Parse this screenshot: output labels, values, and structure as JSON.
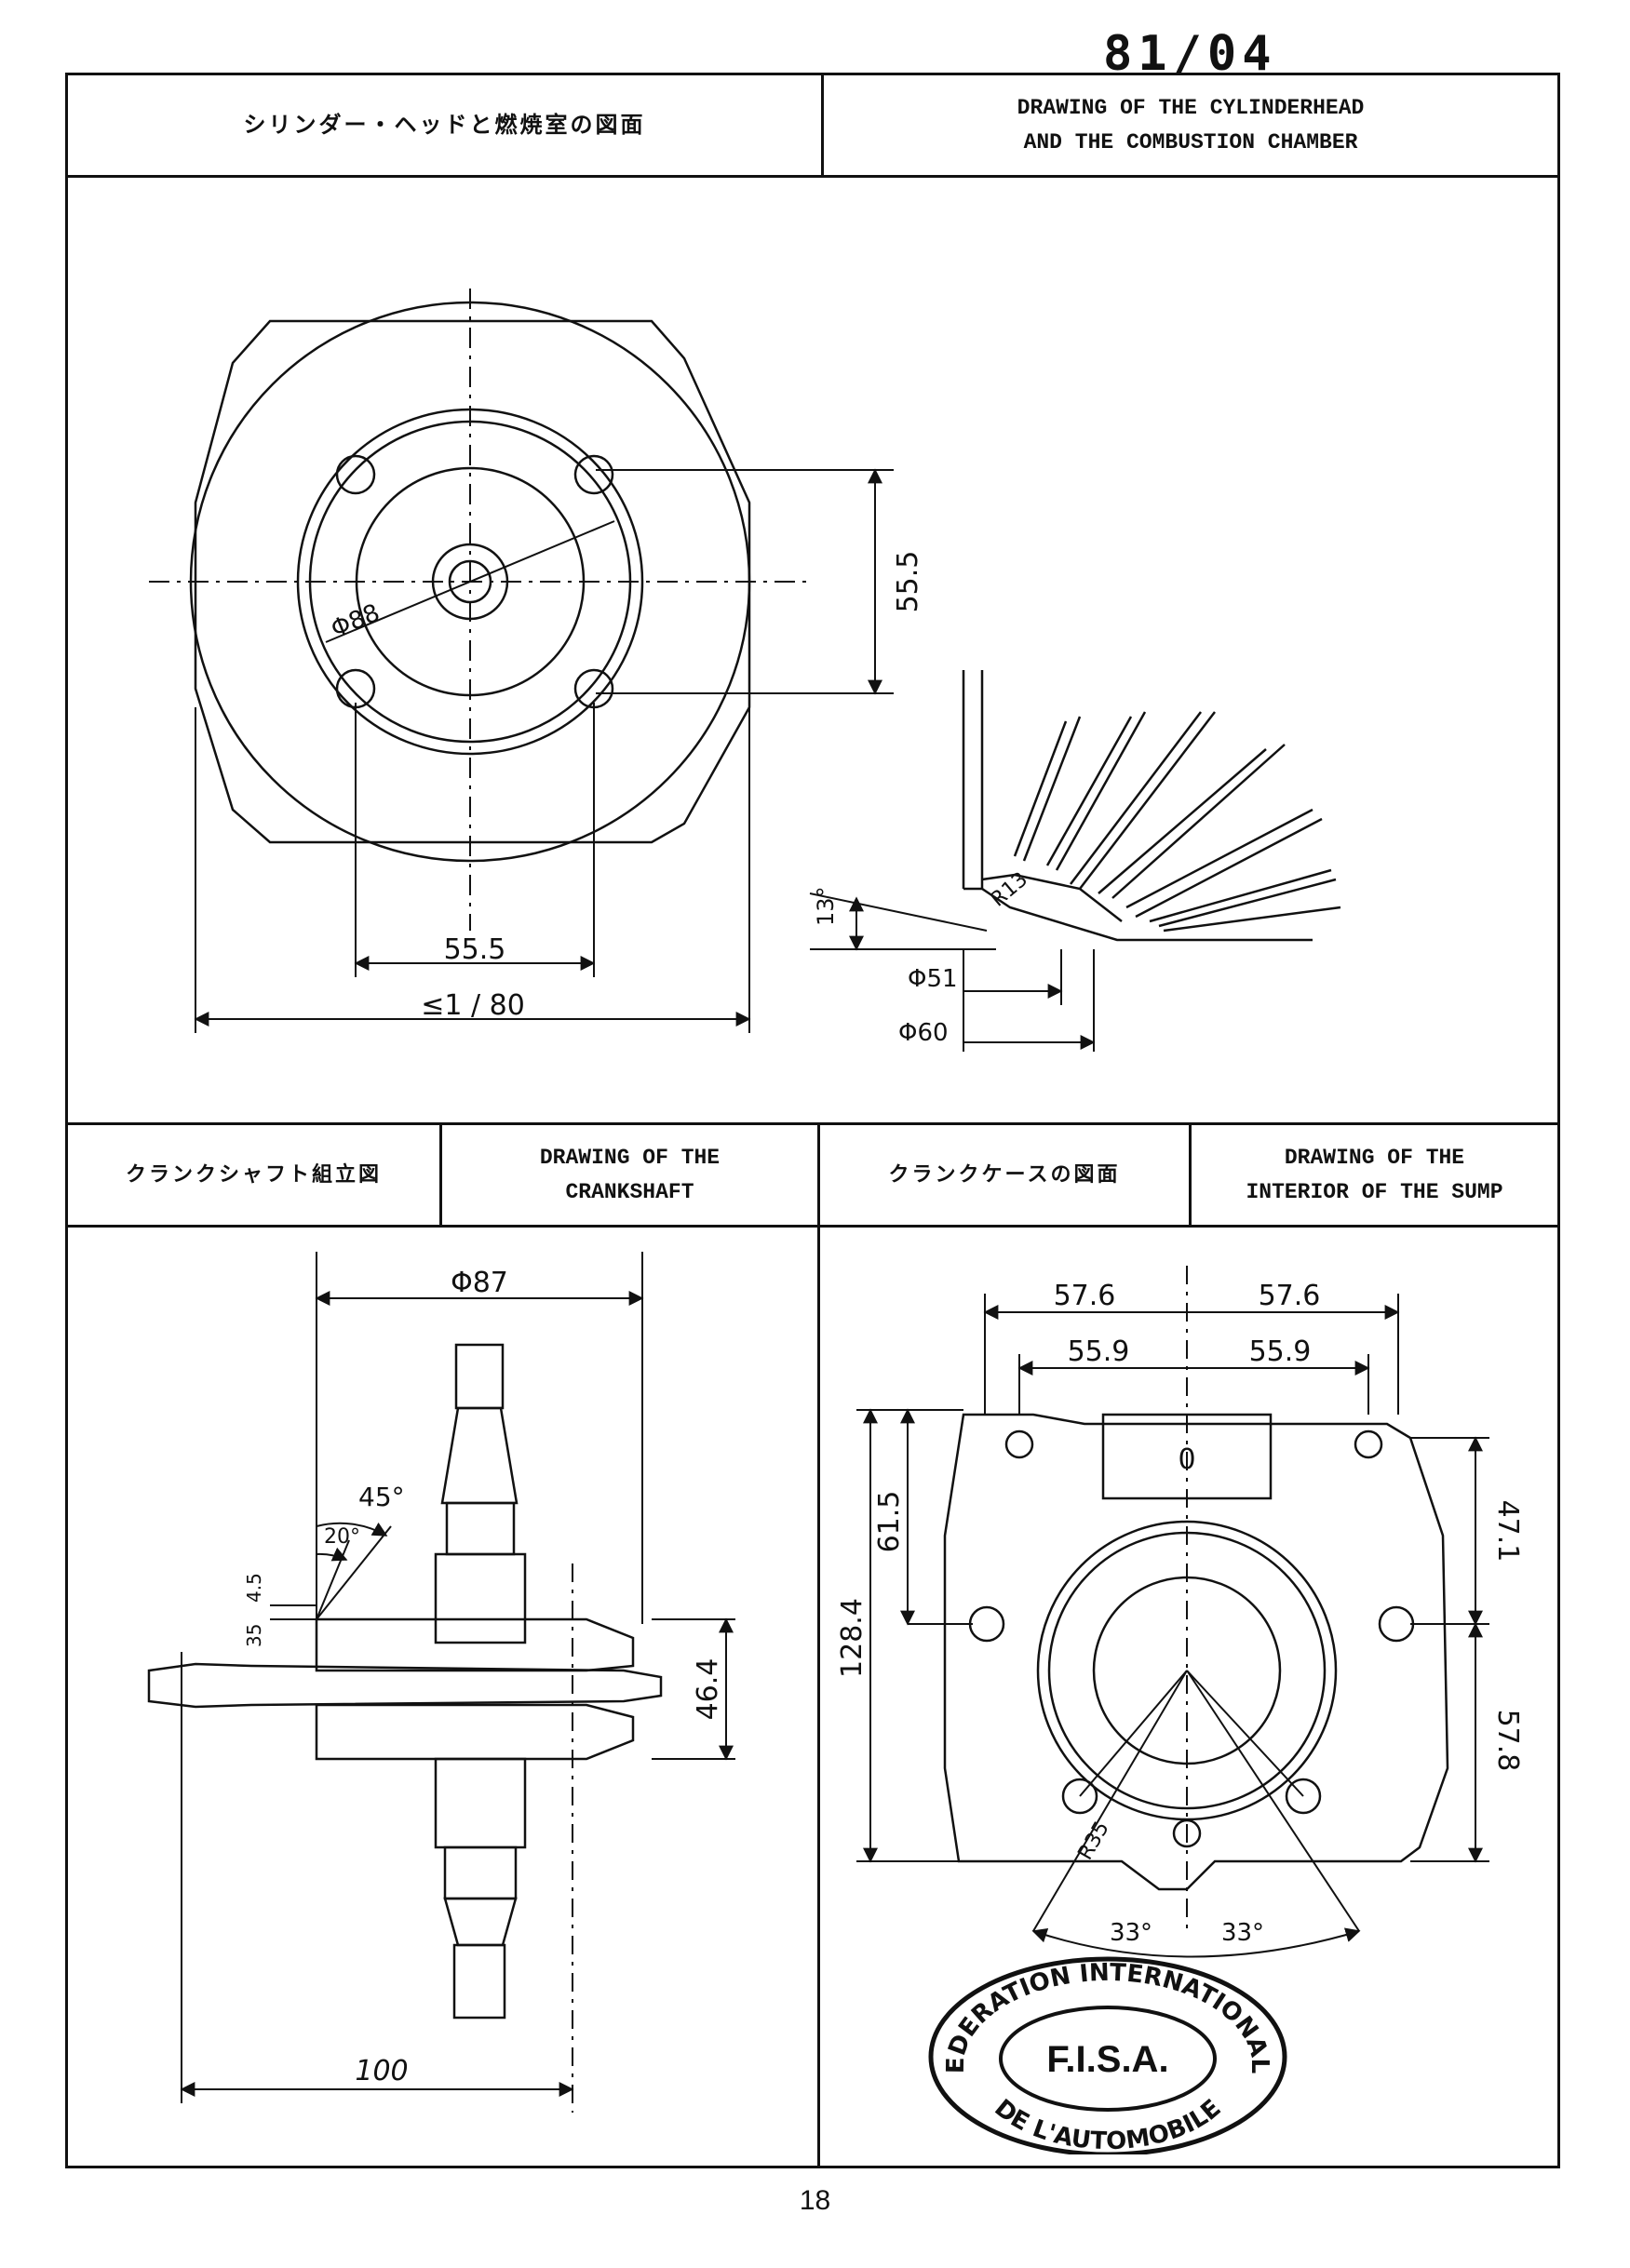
{
  "document": {
    "doc_number": "81/04",
    "page_number": "18"
  },
  "sections": {
    "cylinderhead": {
      "title_jp": "シリンダー・ヘッドと燃焼室の図面",
      "title_en": "DRAWING OF THE CYLINDERHEAD\nAND THE COMBUSTION CHAMBER",
      "dims": {
        "bolt_vertical": "55.5",
        "bolt_horizontal": "55.5",
        "outer_width": "≤1 / 80",
        "bore_diameter": "Φ88",
        "radius": "R13",
        "angle": "13°",
        "chamber_d1": "Φ51",
        "chamber_d2": "Φ60"
      }
    },
    "crankshaft": {
      "title_jp": "クランクシャフト組立図",
      "title_en": "DRAWING OF THE\nCRANKSHAFT",
      "dims": {
        "web_diameter": "Φ87",
        "angle_a": "45°",
        "angle_b": "20°",
        "d_45": "4.5",
        "d_35": "35",
        "web_width": "46.4",
        "length": "100"
      }
    },
    "sump": {
      "title_jp": "クランクケースの図面",
      "title_en": "DRAWING OF THE\nINTERIOR OF THE SUMP",
      "dims": {
        "top_left": "57.6",
        "top_right": "57.6",
        "mid_left": "55.9",
        "mid_right": "55.9",
        "height_left": "61.5",
        "height_total": "128.4",
        "height_right_top": "47.1",
        "height_right_bottom": "57.8",
        "radius": "R35",
        "angle_left": "33°",
        "angle_right": "33°",
        "zero_mark": "0"
      }
    }
  },
  "stamp": {
    "top_text": "FEDERATION INTERNATIONALE",
    "center_text": "F.I.S.A.",
    "bottom_text": "DE L'AUTOMOBILE"
  }
}
